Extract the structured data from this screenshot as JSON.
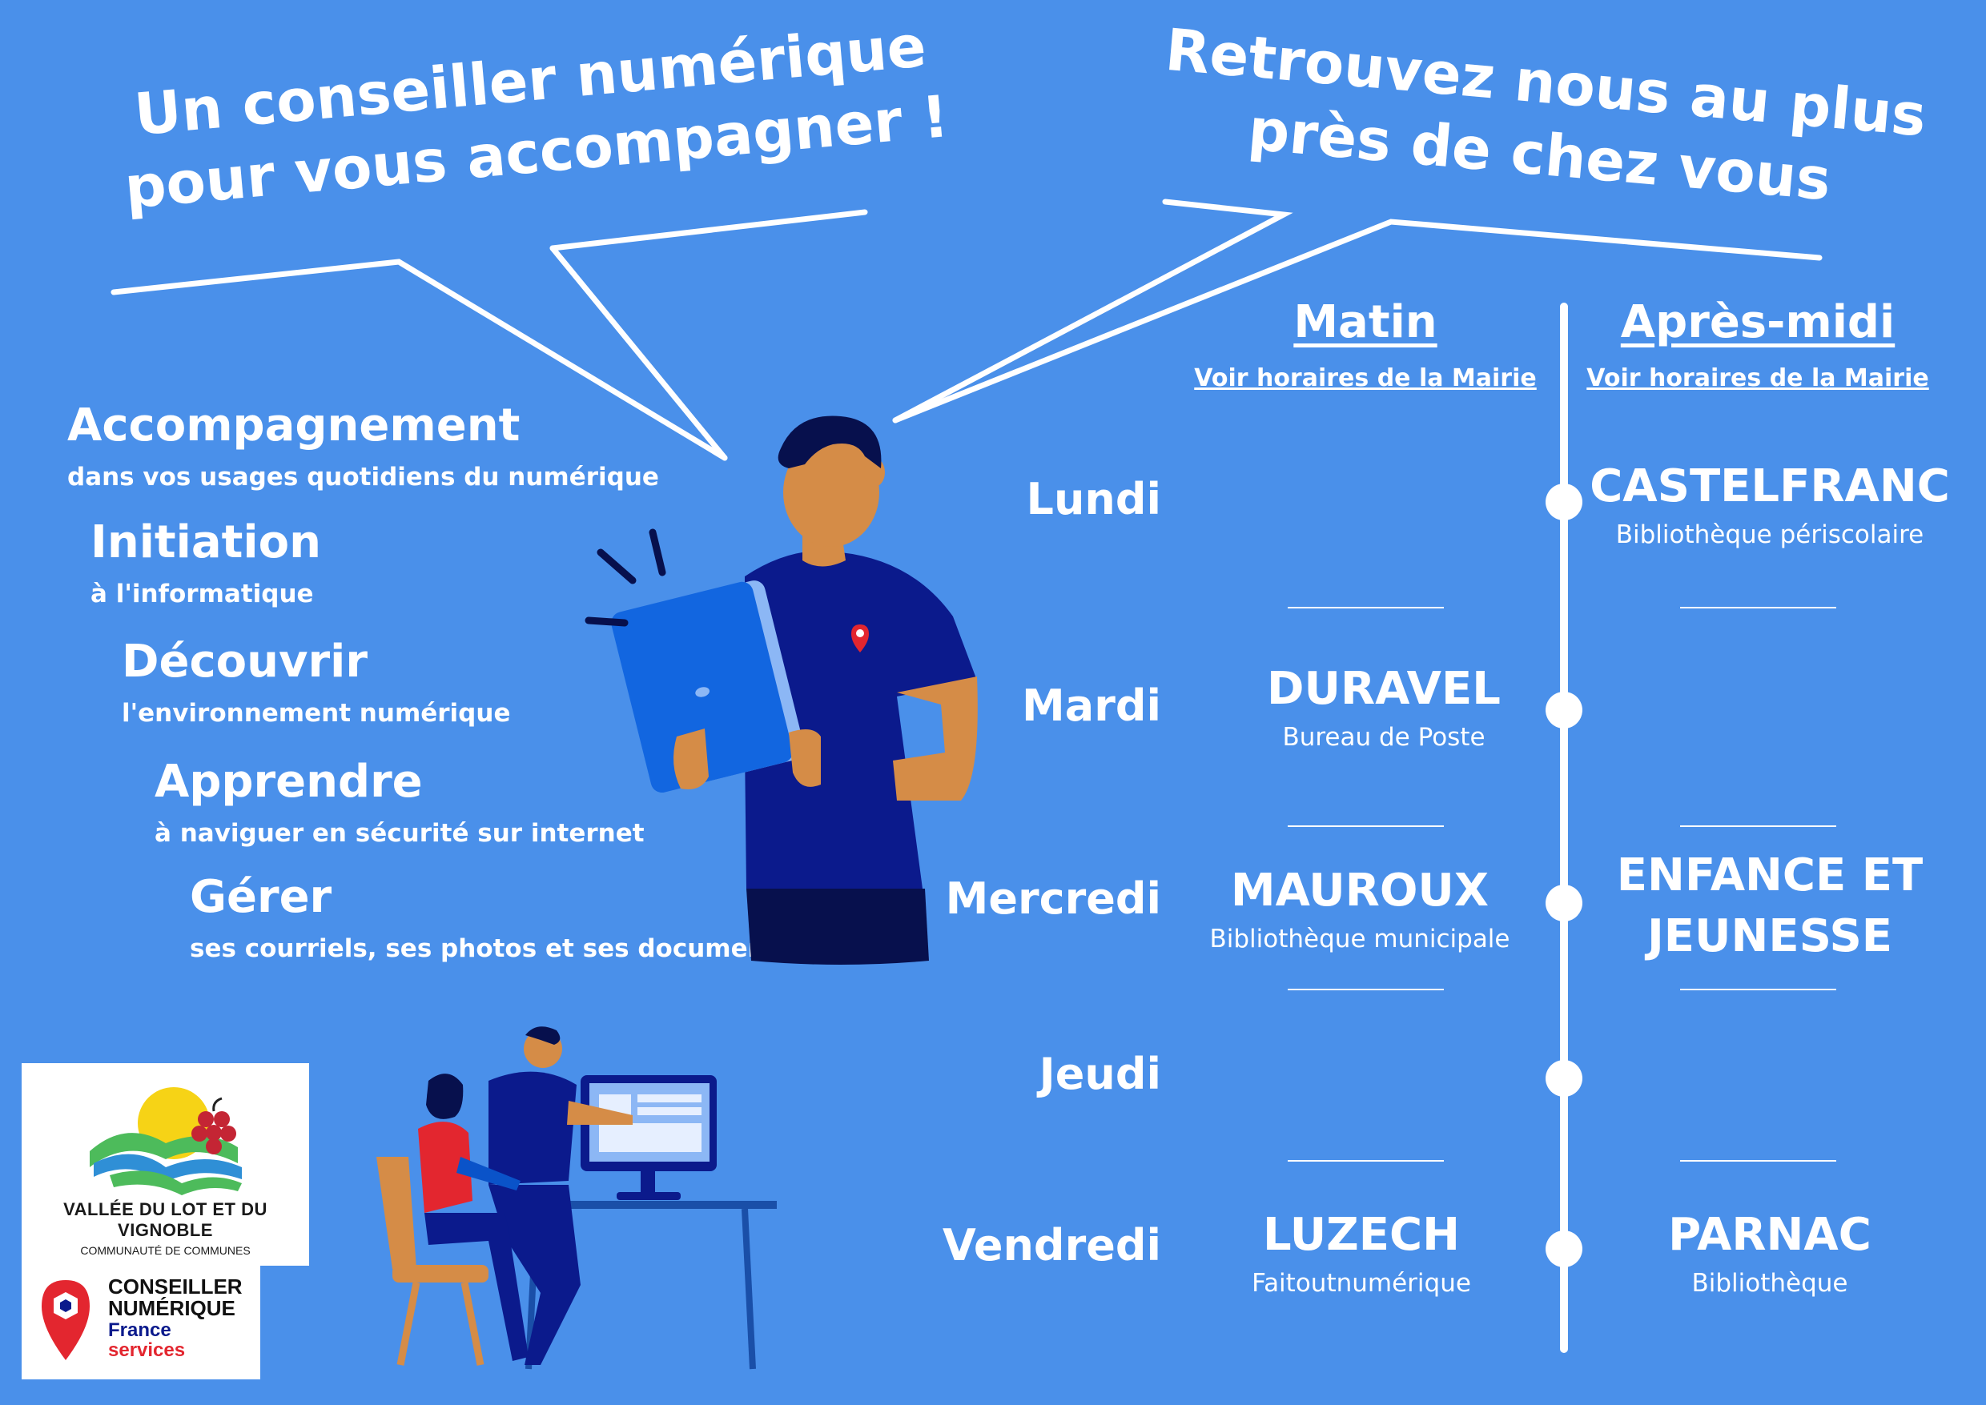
{
  "headlines": {
    "left_line1": "Un conseiller numérique",
    "left_line2": "pour vous accompagner !",
    "right_line1": "Retrouvez nous au plus",
    "right_line2": "près de chez vous"
  },
  "services": [
    {
      "title": "Accompagnement",
      "subtitle": "dans vos usages quotidiens du numérique"
    },
    {
      "title": "Initiation",
      "subtitle": "à l'informatique"
    },
    {
      "title": "Découvrir",
      "subtitle": "l'environnement numérique"
    },
    {
      "title": "Apprendre",
      "subtitle": "à naviguer en sécurité sur internet"
    },
    {
      "title": "Gérer",
      "subtitle": "ses courriels, ses photos et ses documents"
    }
  ],
  "schedule": {
    "morning": {
      "title": "Matin",
      "link": "Voir horaires de la Mairie"
    },
    "afternoon": {
      "title": "Après-midi",
      "link": "Voir horaires de la Mairie"
    },
    "days": [
      "Lundi",
      "Mardi",
      "Mercredi",
      "Jeudi",
      "Vendredi"
    ],
    "entries": {
      "lundi_pm": {
        "name": "CASTELFRANC",
        "place": "Bibliothèque périscolaire"
      },
      "mardi_am": {
        "name": "DURAVEL",
        "place": "Bureau de Poste"
      },
      "mercredi_am": {
        "name": "MAUROUX",
        "place": "Bibliothèque municipale"
      },
      "mercredi_pm": {
        "name_line1": "ENFANCE ET",
        "name_line2": "JEUNESSE"
      },
      "vendredi_am": {
        "name": "LUZECH",
        "place": "Faitoutnumérique"
      },
      "vendredi_pm": {
        "name": "PARNAC",
        "place": "Bibliothèque"
      }
    }
  },
  "logos": {
    "vallee_line1": "VALLÉE DU LOT ET DU VIGNOBLE",
    "vallee_line2": "COMMUNAUTÉ DE COMMUNES",
    "cn_line1": "CONSEILLER",
    "cn_line2": "NUMÉRIQUE",
    "cn_line3": "France",
    "cn_line4": "services"
  },
  "colors": {
    "background": "#4a90ea",
    "shirt": "#0b1a8c",
    "skin": "#d58c47",
    "tablet": "#1266e0",
    "accent_red": "#e3262f"
  }
}
